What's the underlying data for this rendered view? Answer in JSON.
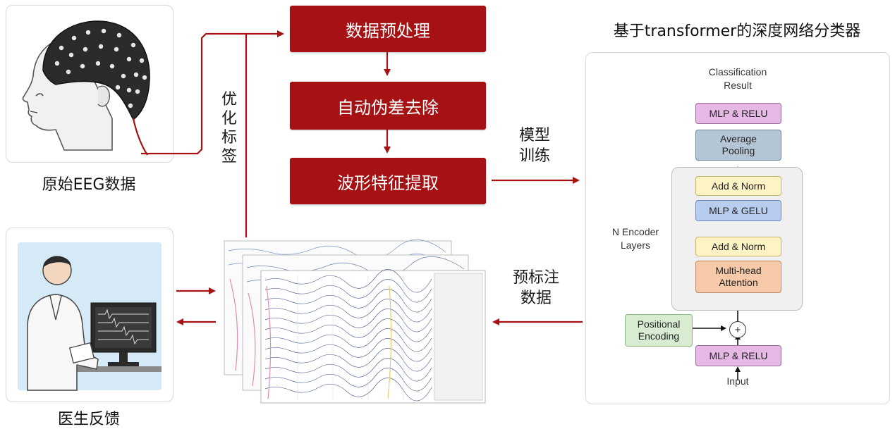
{
  "left": {
    "eeg_caption": "原始EEG数据",
    "doctor_caption": "医生反馈",
    "optimize_label": [
      "优",
      "化",
      "标",
      "签"
    ]
  },
  "pipeline": {
    "steps": [
      "数据预处理",
      "自动伪差去除",
      "波形特征提取"
    ]
  },
  "edges": {
    "train_label": [
      "模型",
      "训练"
    ],
    "annotated_label": [
      "预标注",
      "数据"
    ]
  },
  "classifier": {
    "title": "基于transformer的深度网络分类器",
    "output": [
      "Classification",
      "Result"
    ],
    "mlp_relu_top": "MLP & RELU",
    "pooling": [
      "Average",
      "Pooling"
    ],
    "encoder_label": [
      "N Encoder",
      "Layers"
    ],
    "add_norm_top": "Add & Norm",
    "mlp_gelu": "MLP & GELU",
    "add_norm_bottom": "Add & Norm",
    "attention": [
      "Multi-head",
      "Attention"
    ],
    "positional": [
      "Positional",
      "Encoding"
    ],
    "plus": "+",
    "mlp_relu_bottom": "MLP & RELU",
    "input": "Input"
  },
  "colors": {
    "accent": "#a61214",
    "mlp_relu": "#e6b8e6",
    "pooling": "#b4c5d6",
    "add_norm": "#fdf3c5",
    "mlp_gelu": "#b7ccee",
    "attention": "#f6c9a8",
    "positional": "#d8ecd1"
  }
}
